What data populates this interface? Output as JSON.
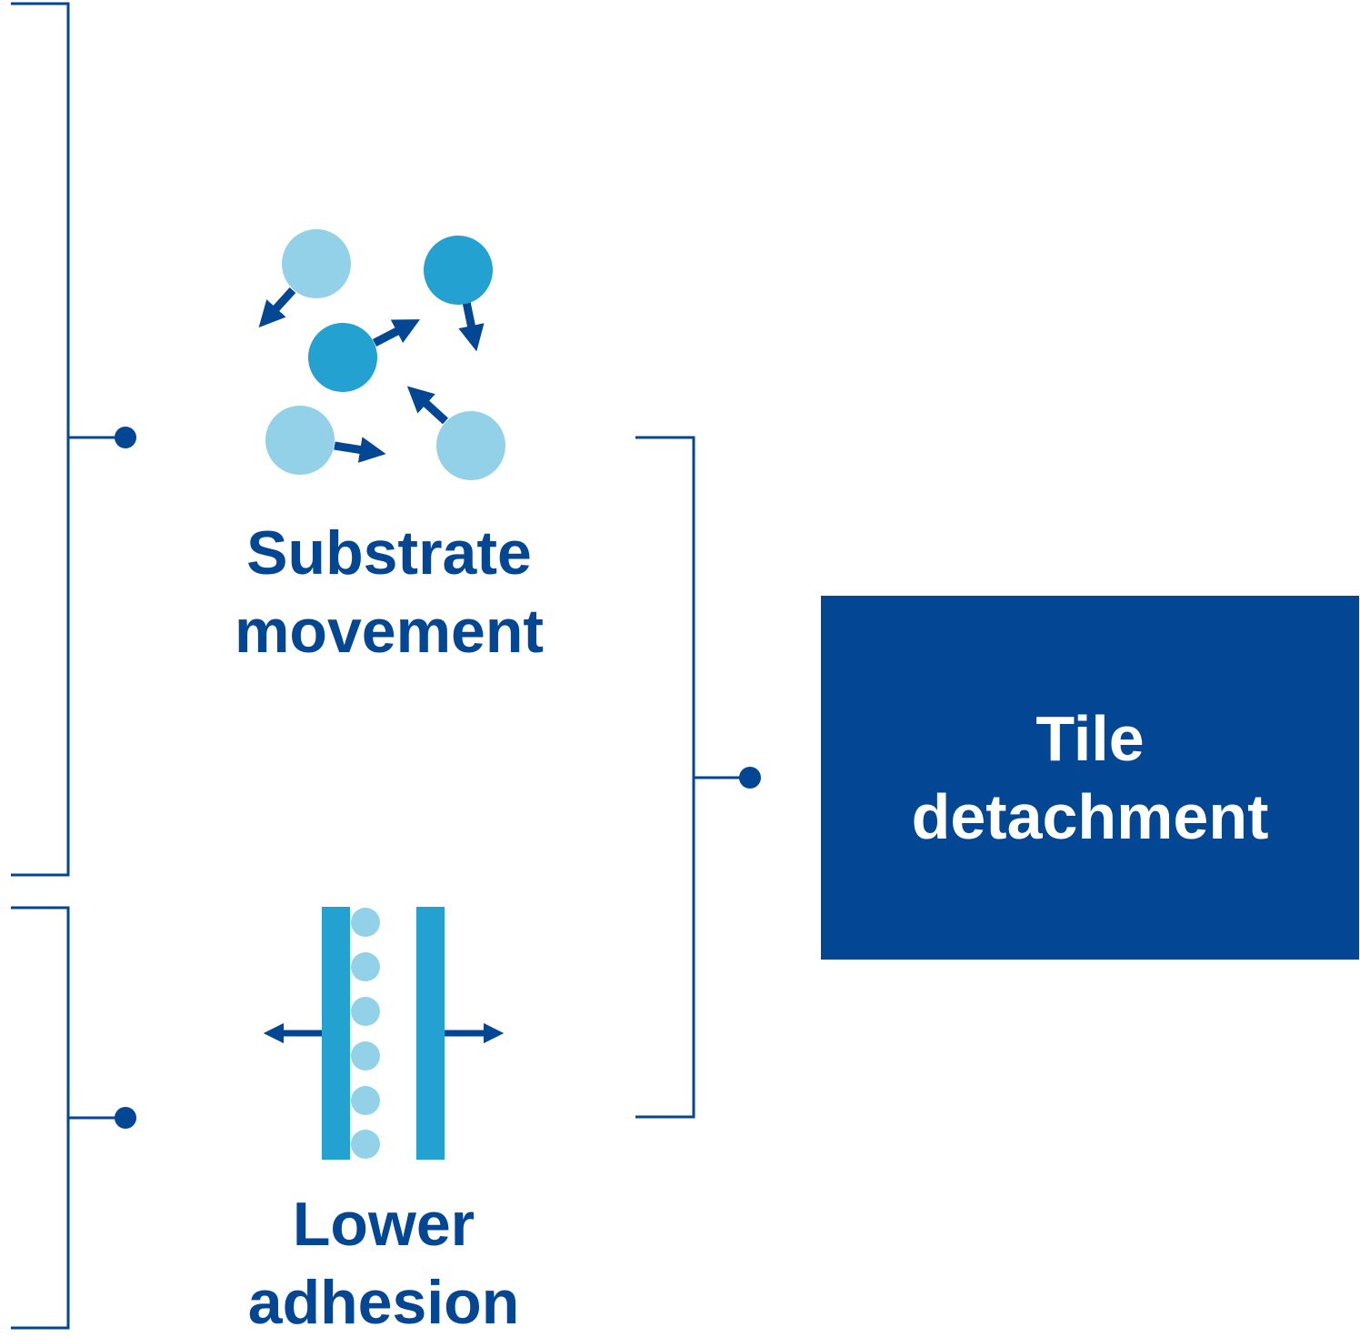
{
  "colors": {
    "navy": "#034694",
    "medium_blue": "#23a1d1",
    "light_blue": "#93d1e9",
    "background": "#ffffff"
  },
  "causes": [
    {
      "id": "substrate-movement",
      "label_line1": "Substrate",
      "label_line2": "movement",
      "icon": "moving-particles-icon"
    },
    {
      "id": "lower-adhesion",
      "label_line1": "Lower",
      "label_line2": "adhesion",
      "icon": "separating-layers-icon"
    }
  ],
  "result": {
    "label_line1": "Tile",
    "label_line2": "detachment"
  }
}
